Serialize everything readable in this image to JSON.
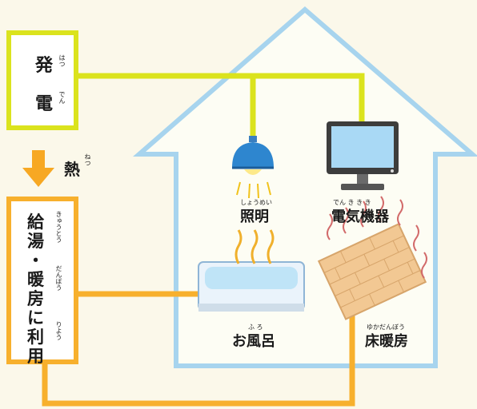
{
  "generation_box": {
    "chars": [
      "発",
      "電"
    ],
    "rubies": [
      "はつ",
      "でん"
    ]
  },
  "heat": {
    "label": "熱",
    "ruby": "ねつ"
  },
  "supply_box": {
    "chars": [
      "給",
      "湯",
      "・",
      "暖",
      "房",
      "に",
      "利",
      "用"
    ],
    "ruby_kyuutou": "きゅうとう",
    "ruby_danbou": "だんぼう",
    "ruby_riyou": "りよう"
  },
  "rooms": {
    "lighting": {
      "label": "照明",
      "ruby": "しょうめい"
    },
    "appliances": {
      "label": "電気機器",
      "ruby": "でん き き き"
    },
    "bath": {
      "label": "お風呂",
      "ruby": "ふ ろ"
    },
    "floor_heating": {
      "label": "床暖房",
      "ruby": "ゆかだんぼう"
    }
  },
  "colors": {
    "background": "#fbf8ea",
    "house_outline": "#a7d4ee",
    "house_fill": "#fdfdf4",
    "electric_line": "#dbe31d",
    "heat_line": "#f7b02d",
    "arrow": "#f7a823"
  }
}
